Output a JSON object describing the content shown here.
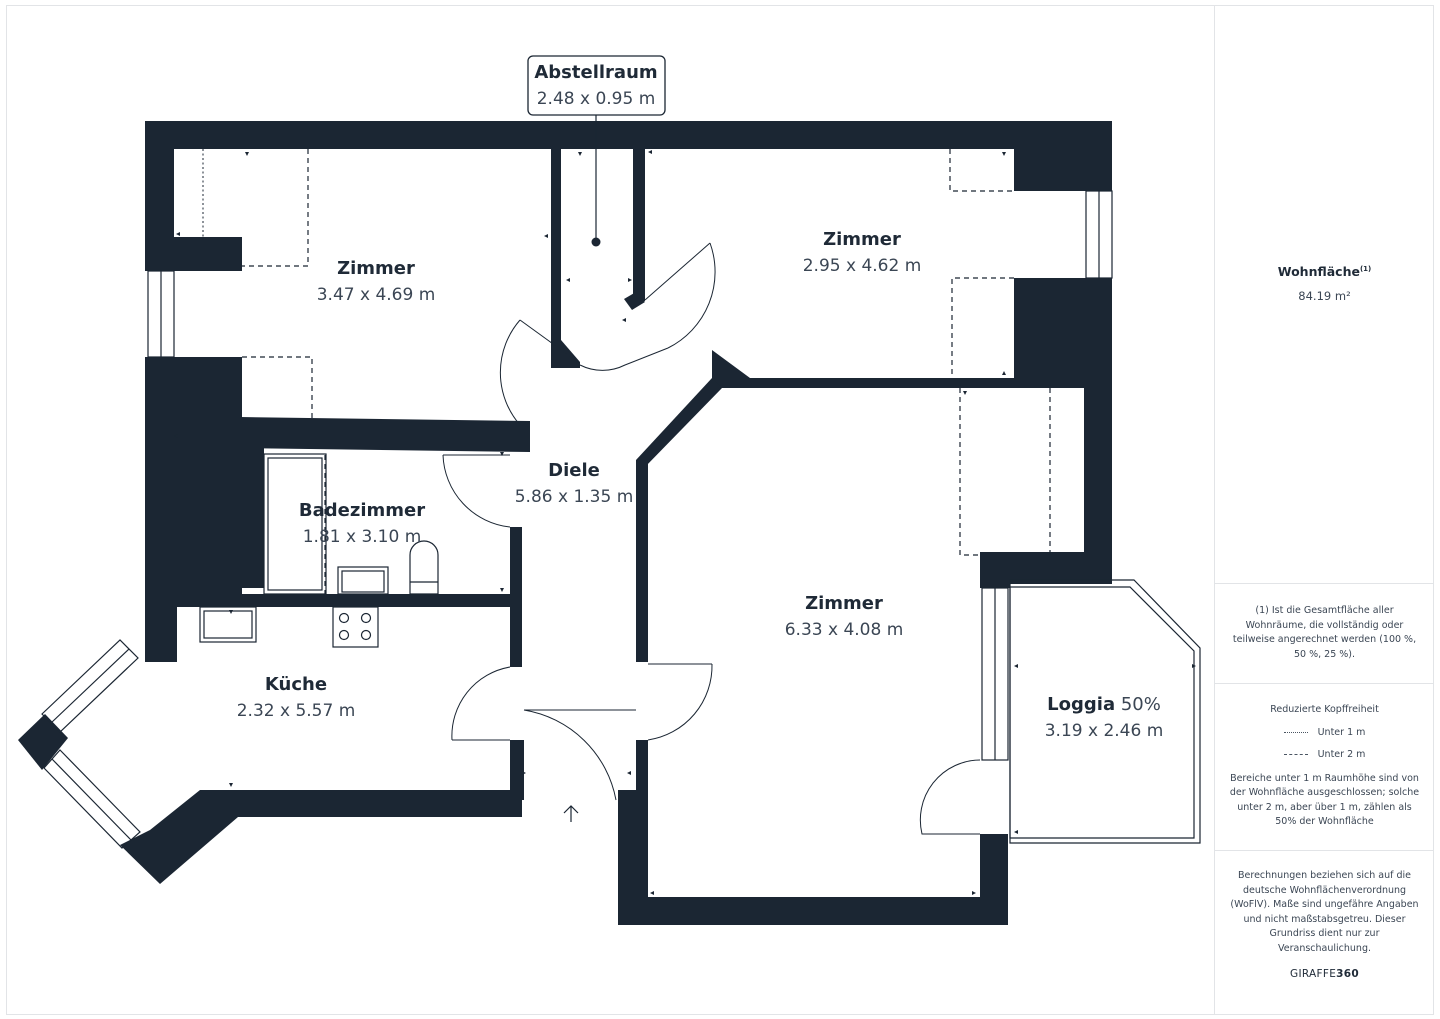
{
  "rooms": [
    {
      "id": "abstellraum",
      "name": "Abstellraum",
      "dims": "2.48 x 0.95 m"
    },
    {
      "id": "zimmer1",
      "name": "Zimmer",
      "dims": "3.47 x 4.69 m"
    },
    {
      "id": "zimmer2",
      "name": "Zimmer",
      "dims": "2.95 x 4.62 m"
    },
    {
      "id": "diele",
      "name": "Diele",
      "dims": "5.86 x 1.35 m"
    },
    {
      "id": "badezimmer",
      "name": "Badezimmer",
      "dims": "1.81 x 3.10 m"
    },
    {
      "id": "zimmer3",
      "name": "Zimmer",
      "dims": "6.33 x 4.08 m"
    },
    {
      "id": "kueche",
      "name": "Küche",
      "dims": "2.32 x 5.57 m"
    },
    {
      "id": "loggia",
      "name": "Loggia",
      "suffix": " 50%",
      "dims": "3.19 x 2.46 m"
    }
  ],
  "sidebar": {
    "area_title": "Wohnfläche",
    "area_sup": "(1)",
    "area_value": "84.19 m²",
    "footnote": "(1) Ist die Gesamtfläche aller Wohnräume, die vollständig oder teilweise angerechnet werden (100 %, 50 %, 25 %).",
    "headroom_title": "Reduzierte Kopffreiheit",
    "legend_under_1m": "Unter 1 m",
    "legend_under_2m": "Unter 2 m",
    "headroom_note": "Bereiche unter 1 m Raumhöhe sind von der Wohnfläche ausgeschlossen; solche unter 2 m, aber über 1 m, zählen als 50% der Wohnfläche",
    "disclaimer": "Berechnungen beziehen sich auf die deutsche Wohnflächenverordnung (WoFlV). Maße sind ungefähre Angaben und nicht maßstabsgetreu. Dieser Grundriss dient nur zur Veranschaulichung.",
    "brand_light": "GIRAFFE",
    "brand_bold": "360"
  },
  "colors": {
    "wall": "#1b2633",
    "text": "#1f2a37",
    "subtext": "#3b4654",
    "border": "#e2e4e7"
  }
}
